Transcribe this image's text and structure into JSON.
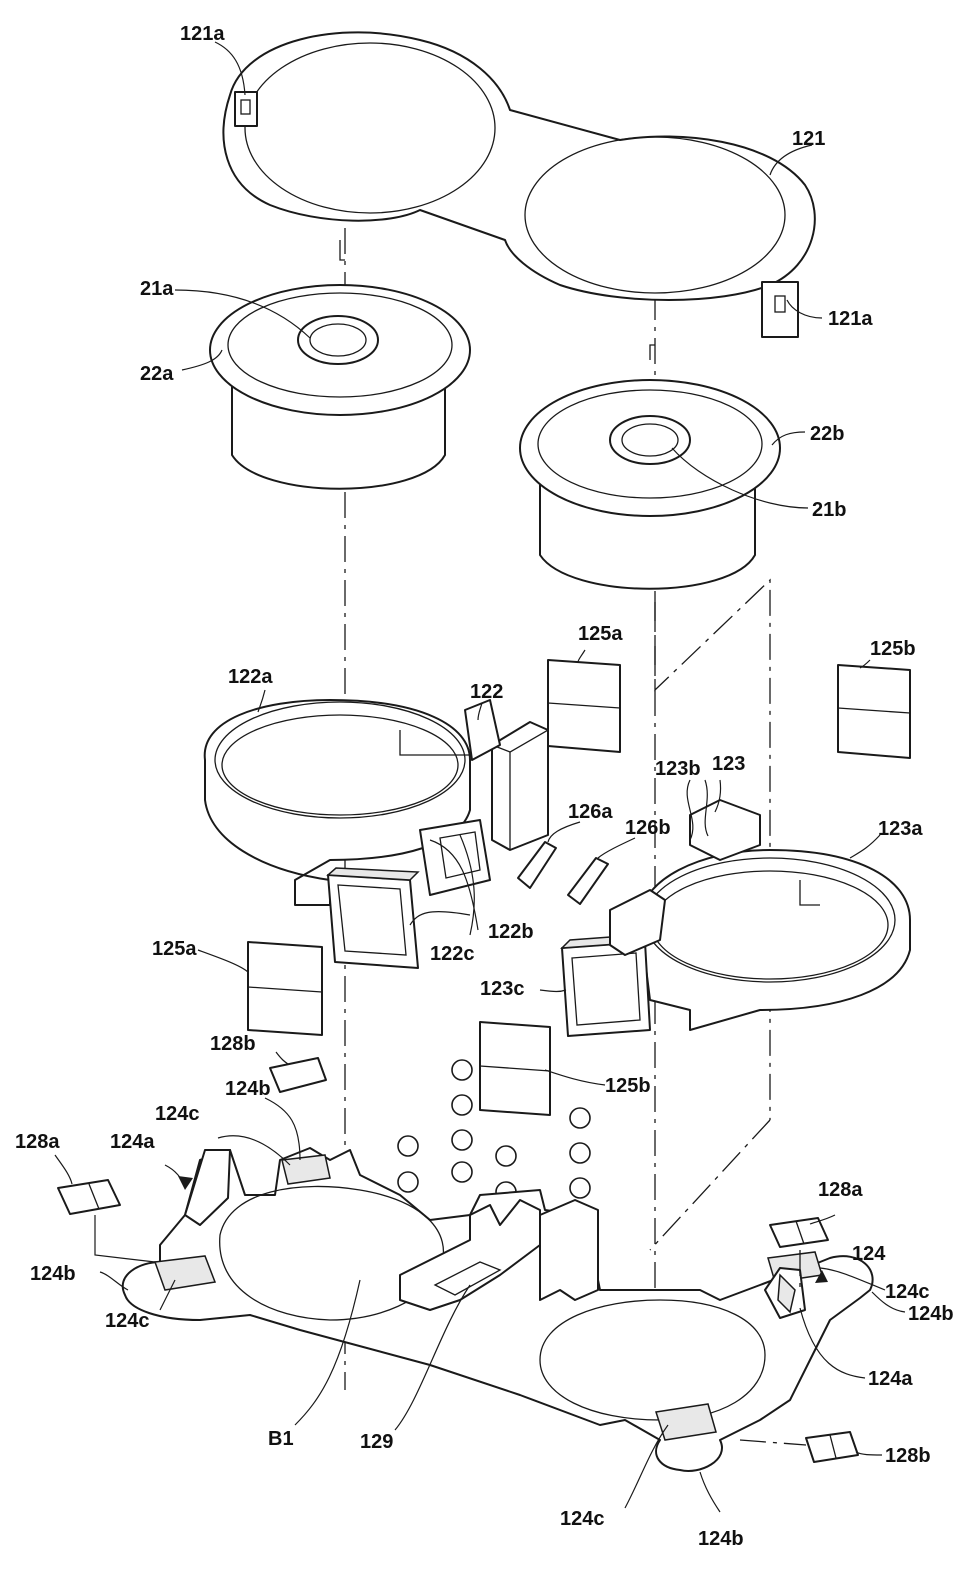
{
  "labels": {
    "l121a_top": "121a",
    "l121": "121",
    "l121a_right": "121a",
    "l21a": "21a",
    "l22a": "22a",
    "l22b": "22b",
    "l21b": "21b",
    "l125a_top": "125a",
    "l125b_top": "125b",
    "l122a": "122a",
    "l122": "122",
    "l123b": "123b",
    "l123": "123",
    "l126a": "126a",
    "l126b": "126b",
    "l123a": "123a",
    "l125a_left": "125a",
    "l122c": "122c",
    "l122b": "122b",
    "l123c": "123c",
    "l128b_top": "128b",
    "l125b_mid": "125b",
    "l124b_top": "124b",
    "l124c_top": "124c",
    "l124a_left": "124a",
    "l128a_left": "128a",
    "l124b_left": "124b",
    "l124c_left": "124c",
    "l128a_right": "128a",
    "l124": "124",
    "l124c_right": "124c",
    "l124b_right": "124b",
    "l124a_right": "124a",
    "lB1": "B1",
    "l129": "129",
    "l128b_bottom": "128b",
    "l124c_bottom": "124c",
    "l124b_bottom": "124b"
  },
  "colors": {
    "line": "#1a1a1a",
    "background": "#ffffff"
  }
}
